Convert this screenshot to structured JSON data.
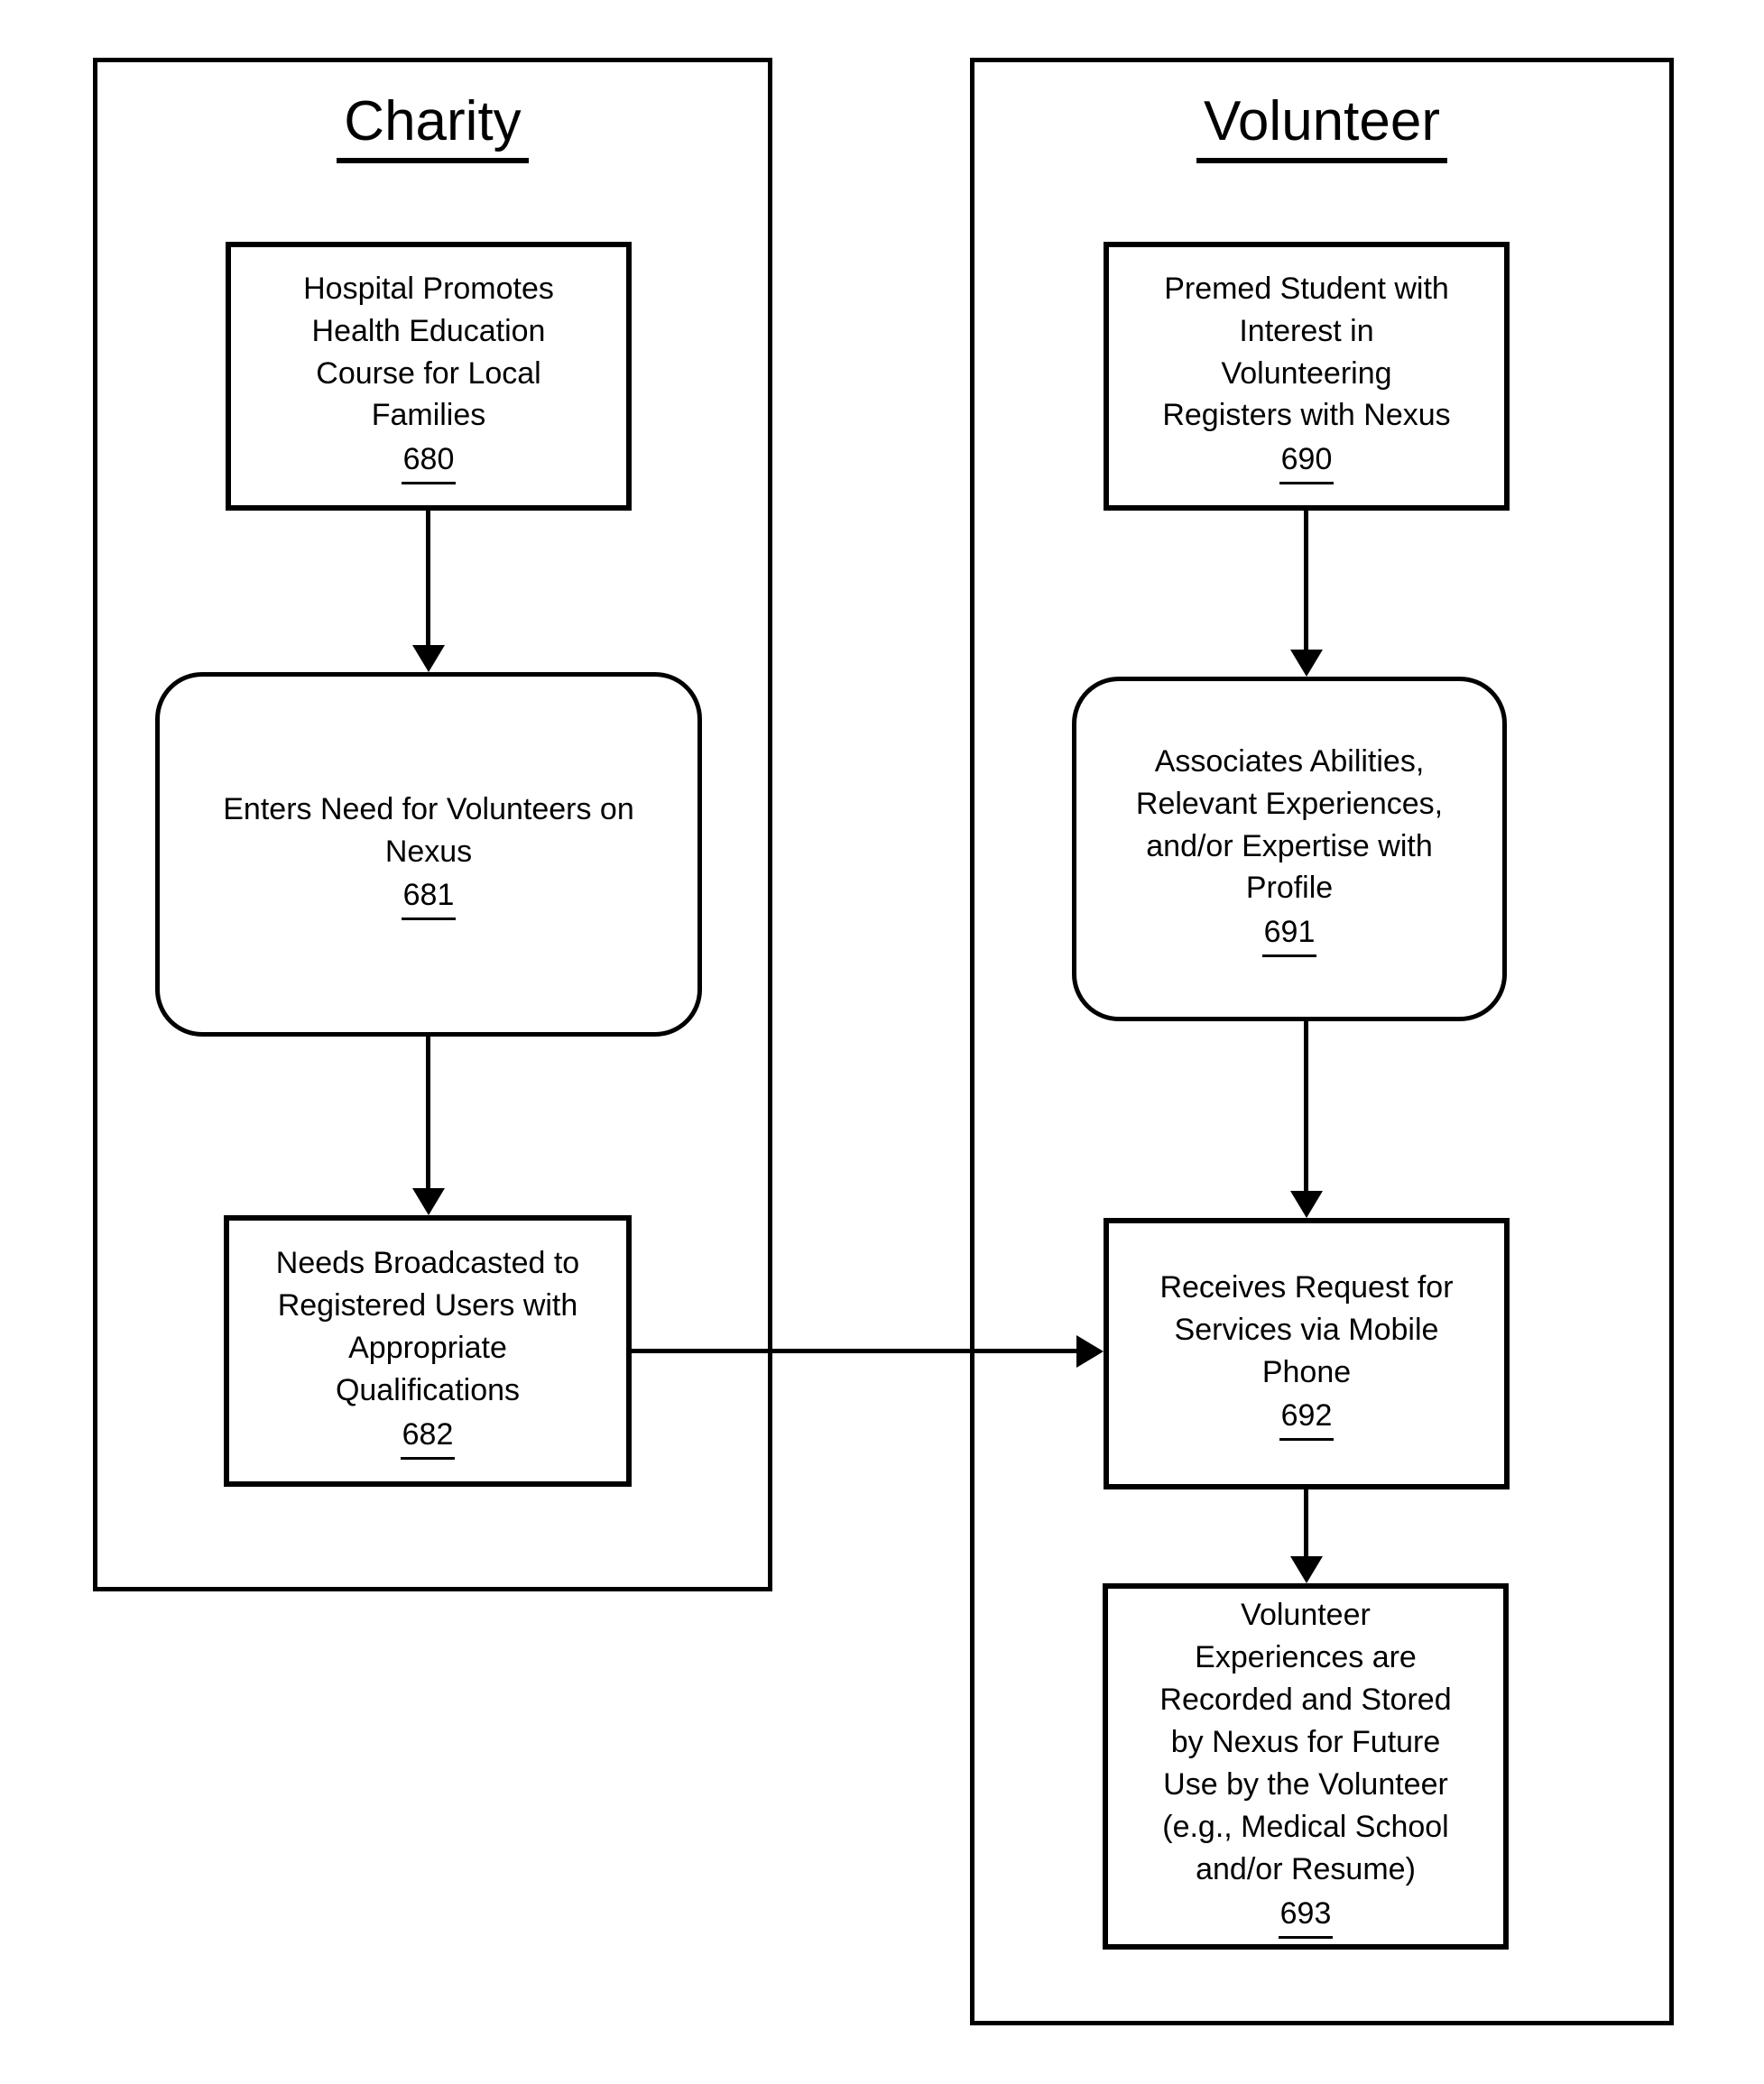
{
  "figure": {
    "background": "#ffffff",
    "line_color": "#000000",
    "lanes": [
      {
        "title": "Charity",
        "nodes": [
          {
            "ref": "680",
            "shape": "rectangle",
            "label": "Hospital Promotes\nHealth Education\nCourse for Local\nFamilies"
          },
          {
            "ref": "681",
            "shape": "rounded",
            "label": "Enters Need for Volunteers on\nNexus"
          },
          {
            "ref": "682",
            "shape": "rectangle",
            "label": "Needs Broadcasted to\nRegistered Users with\nAppropriate\nQualifications"
          }
        ]
      },
      {
        "title": "Volunteer",
        "nodes": [
          {
            "ref": "690",
            "shape": "rectangle",
            "label": "Premed Student with\nInterest in\nVolunteering\nRegisters with Nexus"
          },
          {
            "ref": "691",
            "shape": "rounded",
            "label": "Associates Abilities,\nRelevant Experiences,\nand/or Expertise with\nProfile"
          },
          {
            "ref": "692",
            "shape": "rectangle",
            "label": "Receives Request for\nServices via Mobile\nPhone"
          },
          {
            "ref": "693",
            "shape": "rectangle",
            "label": "Volunteer\nExperiences are\nRecorded and Stored\nby Nexus for Future\nUse by the Volunteer\n(e.g., Medical School\nand/or Resume)"
          }
        ]
      }
    ],
    "edges": [
      {
        "from": "680",
        "to": "681",
        "direction": "down"
      },
      {
        "from": "681",
        "to": "682",
        "direction": "down"
      },
      {
        "from": "682",
        "to": "692",
        "direction": "right"
      },
      {
        "from": "690",
        "to": "691",
        "direction": "down"
      },
      {
        "from": "691",
        "to": "692",
        "direction": "down"
      },
      {
        "from": "692",
        "to": "693",
        "direction": "down"
      }
    ]
  }
}
